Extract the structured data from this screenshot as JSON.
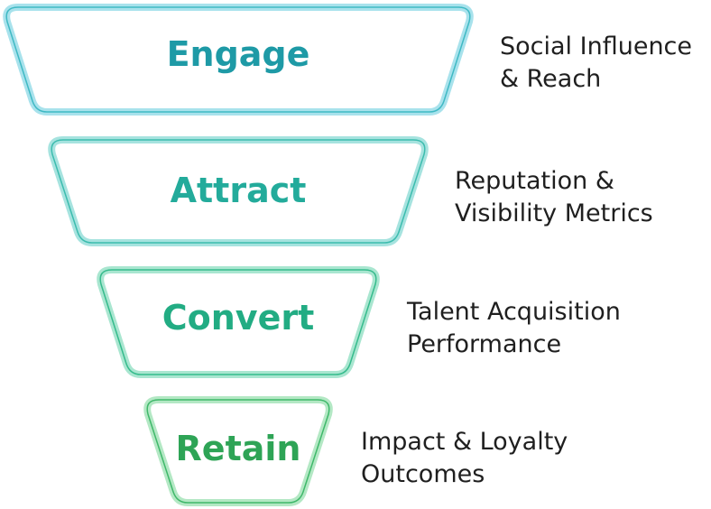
{
  "stages": [
    {
      "label": "Engage",
      "description": [
        "Social Influence",
        "& Reach"
      ],
      "text_color": "#1e9aa6",
      "border_color": "#a8e2ec",
      "inner_line_color": "#3fb9c4"
    },
    {
      "label": "Attract",
      "description": [
        "Reputation &",
        "Visibility Metrics"
      ],
      "text_color": "#23ab9b",
      "border_color": "#a6e3df",
      "inner_line_color": "#3cbcae"
    },
    {
      "label": "Convert",
      "description": [
        "Talent Acquisition",
        "Performance"
      ],
      "text_color": "#22ac83",
      "border_color": "#a9e6d0",
      "inner_line_color": "#35bb8c"
    },
    {
      "label": "Retain",
      "description": [
        "Impact & Loyalty",
        "Outcomes"
      ],
      "text_color": "#2ea456",
      "border_color": "#b3e8c4",
      "inner_line_color": "#3fb86a"
    }
  ]
}
